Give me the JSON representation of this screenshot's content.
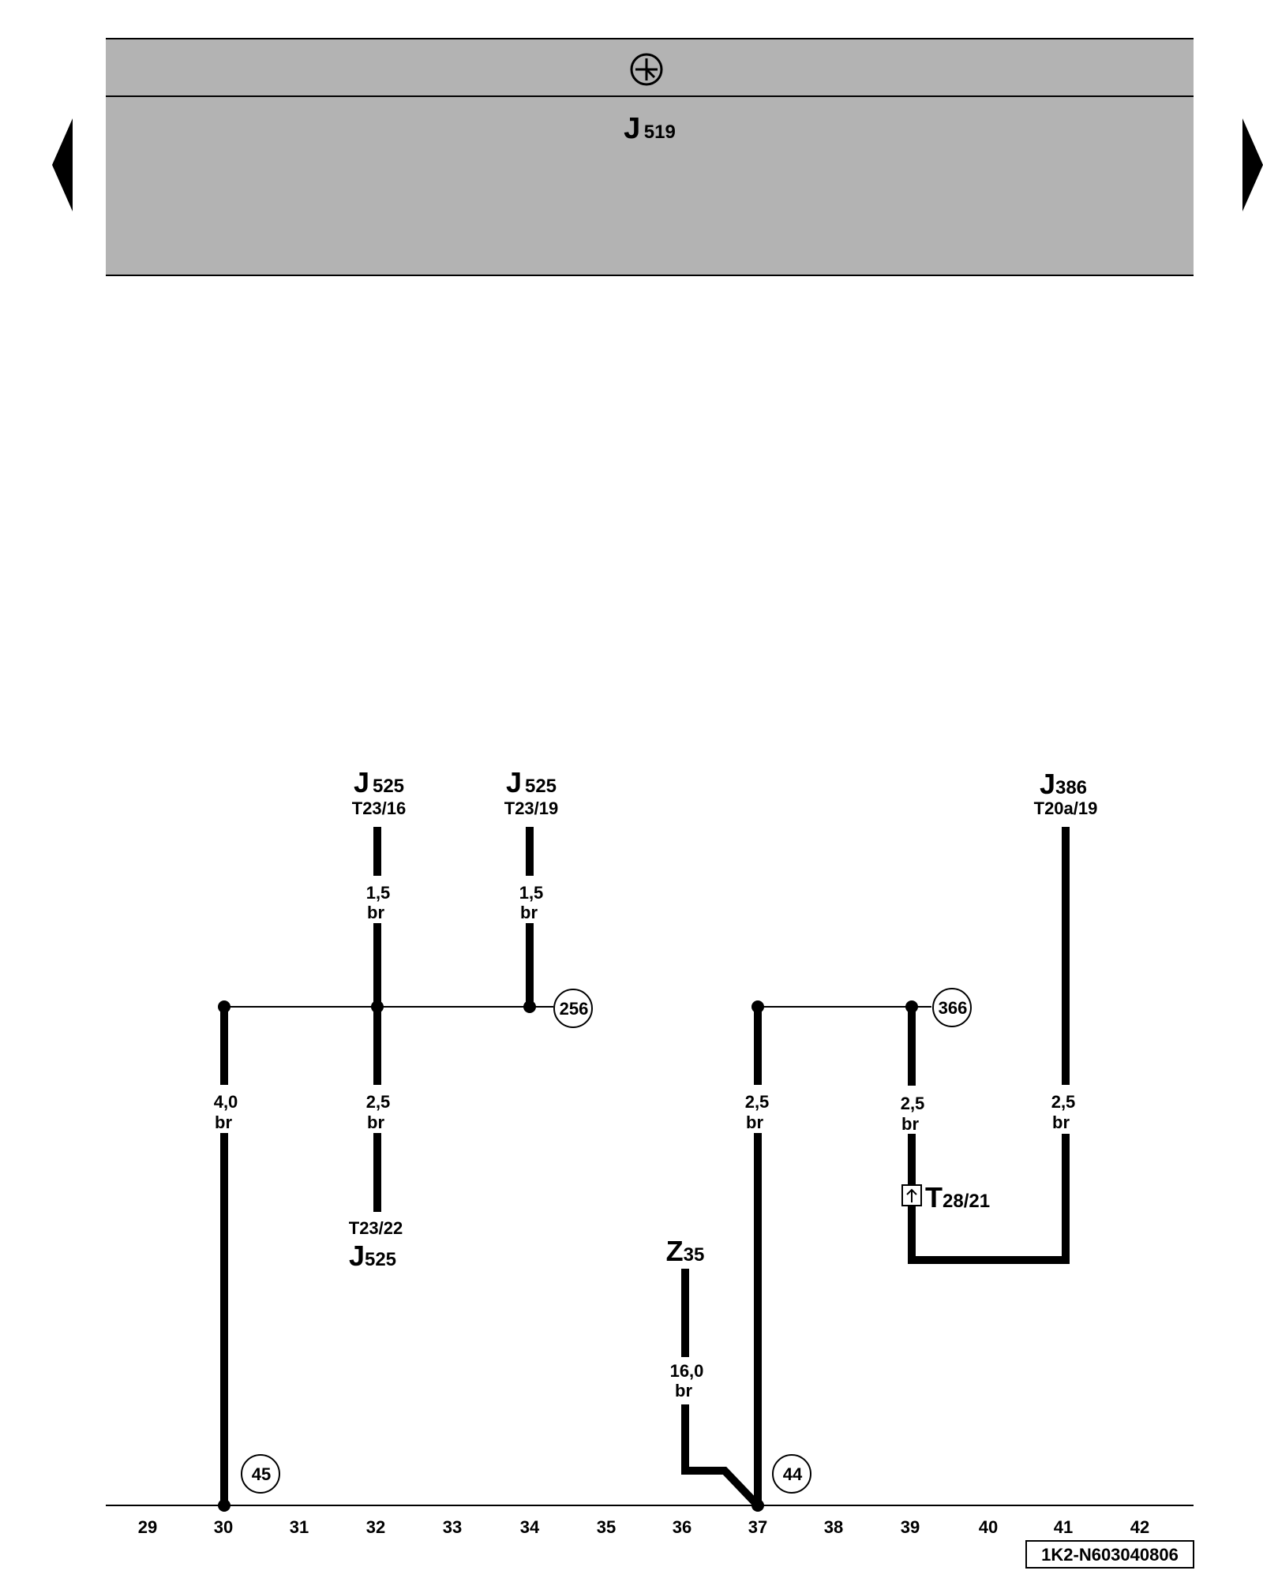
{
  "header": {
    "module": "J",
    "module_index": "519",
    "icon": "ground-meter-icon"
  },
  "nav": {
    "prev_icon": "triangle-left-icon",
    "next_icon": "triangle-right-icon"
  },
  "components": {
    "j525_top_a": {
      "letter": "J",
      "index": "525",
      "pin": "T23/16"
    },
    "j525_top_b": {
      "letter": "J",
      "index": "525",
      "pin": "T23/19"
    },
    "j386": {
      "letter": "J",
      "index": "386",
      "pin": "T20a/19"
    },
    "j525_bottom": {
      "letter": "J",
      "index": "525",
      "pin": "T23/22"
    },
    "z35": {
      "letter": "Z",
      "index": "35"
    },
    "t28": {
      "letter": "T",
      "index": "28/21",
      "icon": "connector-icon"
    }
  },
  "wires": {
    "w1": {
      "size": "1,5",
      "color": "br"
    },
    "w2": {
      "size": "1,5",
      "color": "br"
    },
    "w3": {
      "size": "4,0",
      "color": "br"
    },
    "w4": {
      "size": "2,5",
      "color": "br"
    },
    "w5": {
      "size": "2,5",
      "color": "br"
    },
    "w6": {
      "size": "2,5",
      "color": "br"
    },
    "w7": {
      "size": "2,5",
      "color": "br"
    },
    "w8": {
      "size": "16,0",
      "color": "br"
    }
  },
  "refs": {
    "r256": "256",
    "r366": "366",
    "r45": "45",
    "r44": "44"
  },
  "tracks": [
    "29",
    "30",
    "31",
    "32",
    "33",
    "34",
    "35",
    "36",
    "37",
    "38",
    "39",
    "40",
    "41",
    "42"
  ],
  "doc_id": "1K2-N603040806",
  "colors": {
    "banner": "#b3b3b3",
    "wire": "#000000"
  }
}
